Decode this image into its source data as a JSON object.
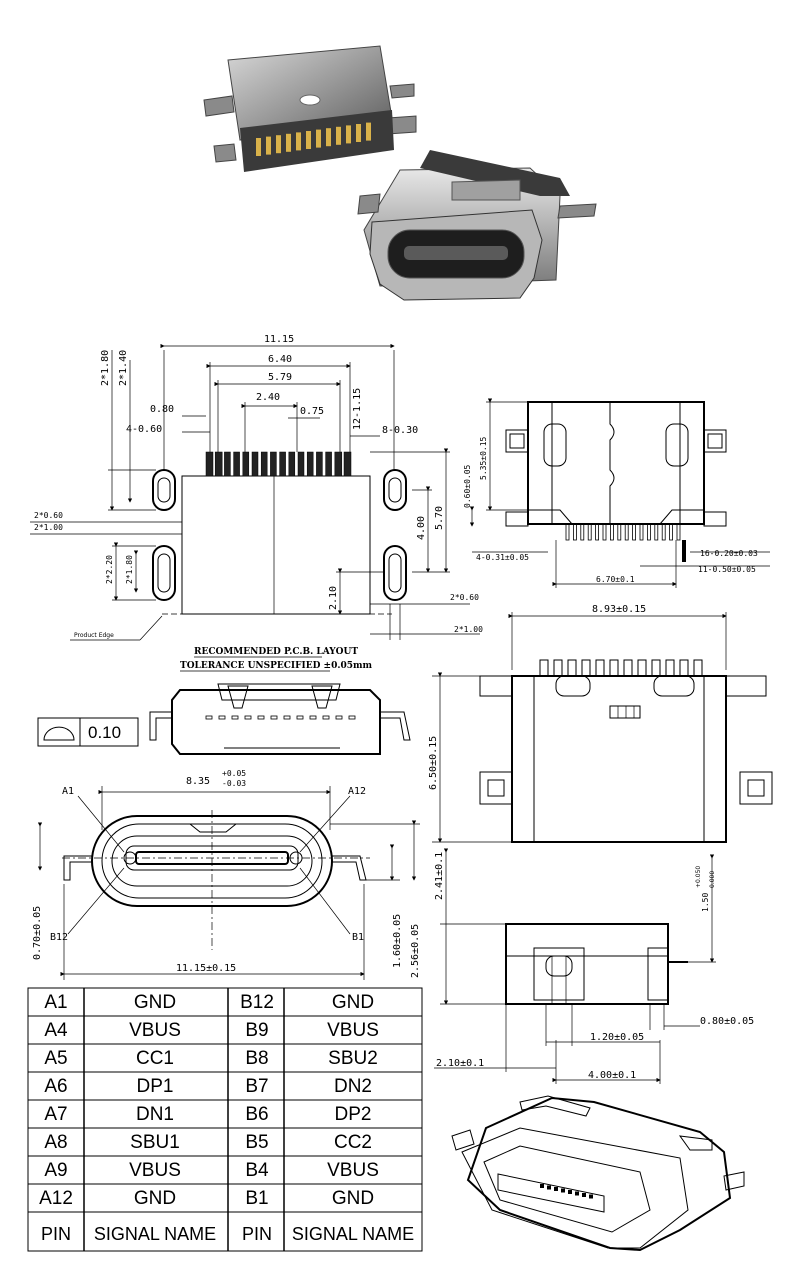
{
  "pcb_layout": {
    "title": "RECOMMENDED  P.C.B.  LAYOUT",
    "tolerance": "TOLERANCE UNSPECIFIED ±0.05mm",
    "product_edge": "Product Edge",
    "dims": {
      "w_11_15": "11.15",
      "w_6_40": "6.40",
      "w_5_79": "5.79",
      "w_2_40": "2.40",
      "w_0_80": "0.80",
      "w_0_75": "0.75",
      "pads_4": "4-0.60",
      "pads_12": "12-1.15",
      "pads_8": "8-0.30",
      "v_2x1_80": "2*1.80",
      "v_2x1_40": "2*1.40",
      "h_2x0_60_l": "2*0.60",
      "h_2x1_00_l": "2*1.00",
      "v_2x2_20": "2*2.20",
      "v_2x1_80b": "2*1.80",
      "v_4_00": "4.00",
      "v_5_70": "5.70",
      "v_2_10": "2.10",
      "h_2x0_60_r": "2*0.60",
      "h_2x1_00_r": "2*1.00"
    }
  },
  "top_view": {
    "dims": {
      "h_5_35": "5.35±0.15",
      "h_0_60": "0.60±0.05",
      "w_4_031": "4-0.31±0.05",
      "w_6_70": "6.70±0.1",
      "w_16": "16-0.20±0.03",
      "w_11": "11-0.50±0.05"
    }
  },
  "front_view": {
    "flatness_value": "0.10",
    "dims": {
      "w_8_35": "8.35",
      "tol_plus": "+0.05",
      "tol_minus": "-0.03",
      "w_11_15": "11.15±0.15",
      "h_0_70": "0.70±0.05",
      "h_1_60": "1.60±0.05",
      "h_2_56": "2.56±0.05",
      "label_a1": "A1",
      "label_a12": "A12",
      "label_b12": "B12",
      "label_b1": "B1"
    }
  },
  "bottom_view": {
    "dims": {
      "w_8_93": "8.93±0.15",
      "h_6_50": "6.50±0.15"
    }
  },
  "side_view": {
    "dims": {
      "h_2_41": "2.41±0.1",
      "h_1_50": "1.50",
      "tol_plus": "+0.050",
      "tol_minus": "0.000",
      "w_0_80": "0.80±0.05",
      "w_1_20": "1.20±0.05",
      "w_2_10": "2.10±0.1",
      "w_4_00": "4.00±0.1"
    }
  },
  "pin_table": {
    "rows": [
      [
        "A1",
        "GND",
        "B12",
        "GND"
      ],
      [
        "A4",
        "VBUS",
        "B9",
        "VBUS"
      ],
      [
        "A5",
        "CC1",
        "B8",
        "SBU2"
      ],
      [
        "A6",
        "DP1",
        "B7",
        "DN2"
      ],
      [
        "A7",
        "DN1",
        "B6",
        "DP2"
      ],
      [
        "A8",
        "SBU1",
        "B5",
        "CC2"
      ],
      [
        "A9",
        "VBUS",
        "B4",
        "VBUS"
      ],
      [
        "A12",
        "GND",
        "B1",
        "GND"
      ]
    ],
    "header": [
      "PIN",
      "SIGNAL NAME",
      "PIN",
      "SIGNAL NAME"
    ]
  }
}
